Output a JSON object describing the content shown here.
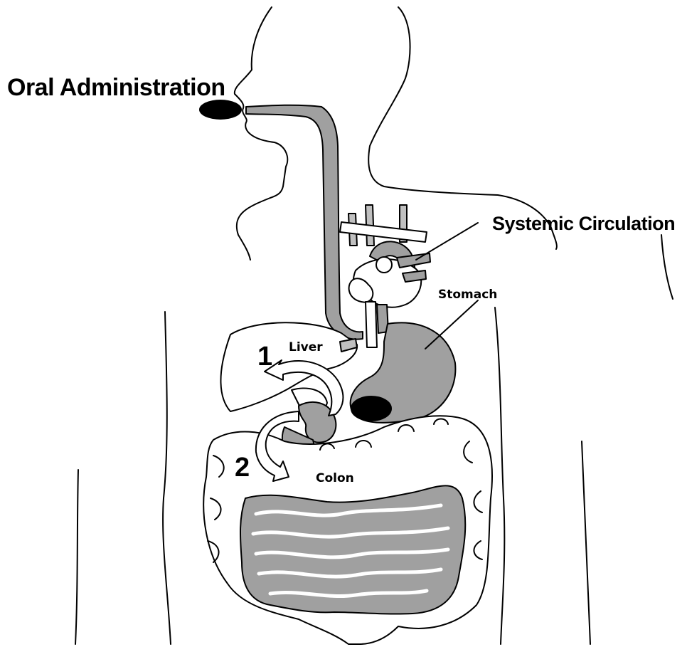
{
  "labels": {
    "oral_administration": "Oral Administration",
    "systemic_circulation": "Systemic Circulation",
    "stomach": "Stomach",
    "liver": "Liver",
    "colon": "Colon",
    "step_1": "1",
    "step_2": "2"
  },
  "colors": {
    "outline": "#000000",
    "organ_fill": "#a0a0a0",
    "background": "#ffffff",
    "tablet": "#000000"
  }
}
